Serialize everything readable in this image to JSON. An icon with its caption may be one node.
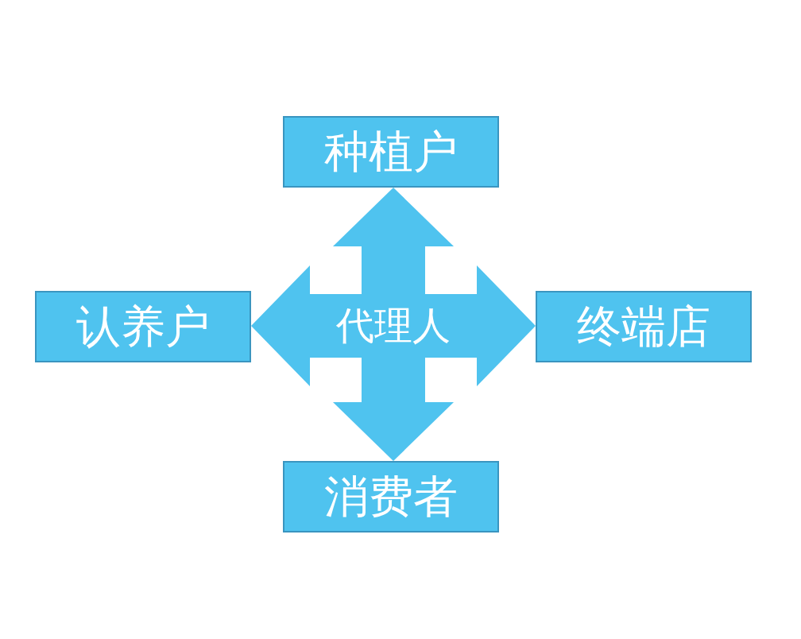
{
  "diagram": {
    "nodes": [
      {
        "text": [
          "种植户"
        ]
      },
      {
        "text": [
          "认养户"
        ]
      },
      {
        "text": [
          "代理人"
        ]
      },
      {
        "text": [
          "终端店"
        ]
      },
      {
        "text": [
          "消费者"
        ]
      }
    ],
    "edges": [
      {
        "from": 2,
        "to": 0,
        "arrow": "to"
      },
      {
        "from": 2,
        "to": 1,
        "arrow": "to"
      },
      {
        "from": 2,
        "to": 3,
        "arrow": "to"
      },
      {
        "from": 2,
        "to": 4,
        "arrow": "to"
      }
    ]
  }
}
